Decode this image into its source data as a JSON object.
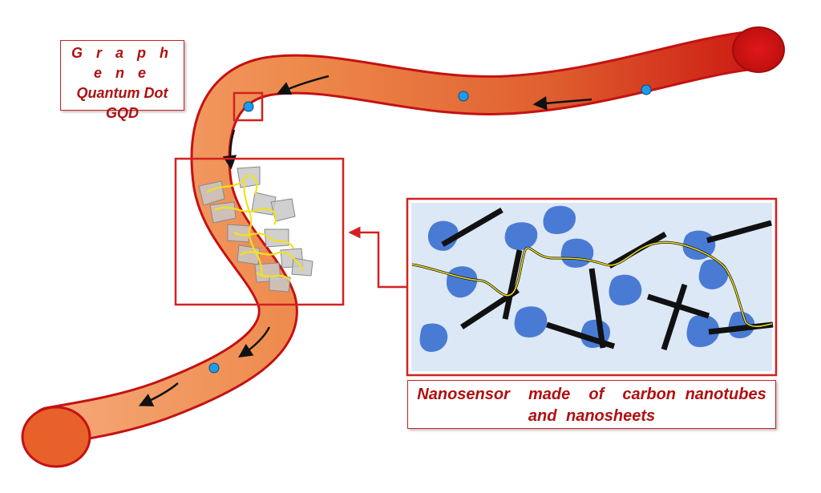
{
  "labels": {
    "gqd_line1": "G r a p h e n e",
    "gqd_line2": "Quantum Dot",
    "gqd_line3": "GQD",
    "caption_line1": "Nanosensor  made  of  carbon nanotubes",
    "caption_line2": "and nanosheets"
  },
  "colors": {
    "vessel_dark": "#c81414",
    "vessel_light": "#f0a070",
    "frame_red": "#d42020",
    "dot_blue": "#1e9ce8",
    "nanotube_black": "#111111",
    "nanosheet_blue": "#3a6fd0",
    "inset_bg": "#dce8f5",
    "trace_yellow": "#f2e21c"
  },
  "icons": [
    "flow-arrow-icon",
    "quantum-dot-icon",
    "nanosheet-icon",
    "nanotube-icon",
    "pointer-arrow-icon"
  ]
}
